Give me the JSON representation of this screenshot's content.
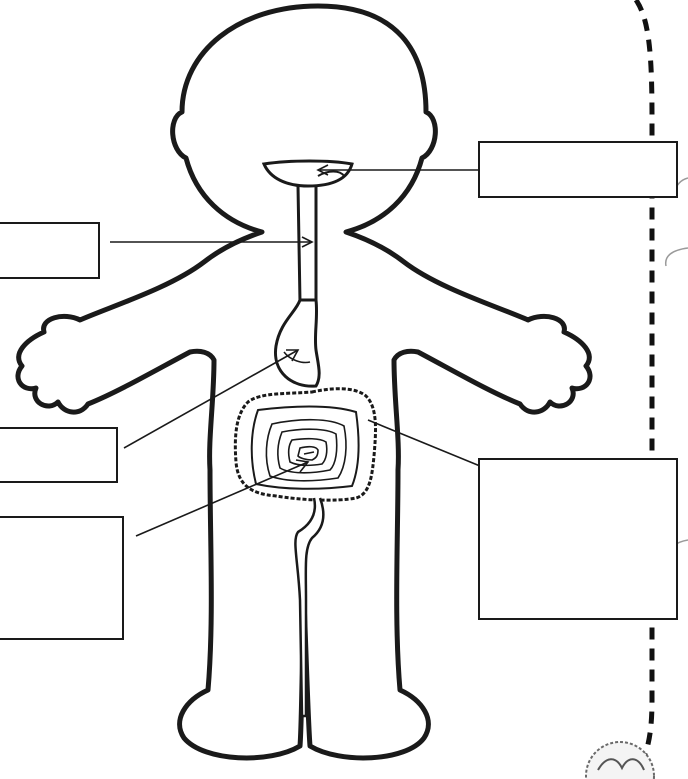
{
  "worksheet": {
    "labels": [
      {
        "id": "mouth",
        "text": ""
      },
      {
        "id": "esophagus",
        "text": ""
      },
      {
        "id": "stomach",
        "text": ""
      },
      {
        "id": "small-intestine",
        "text": ""
      },
      {
        "id": "large-intestine",
        "text": ""
      }
    ]
  },
  "colors": {
    "outline": "#1a1a1a",
    "paper": "#ffffff",
    "cut_line": "#111111"
  }
}
